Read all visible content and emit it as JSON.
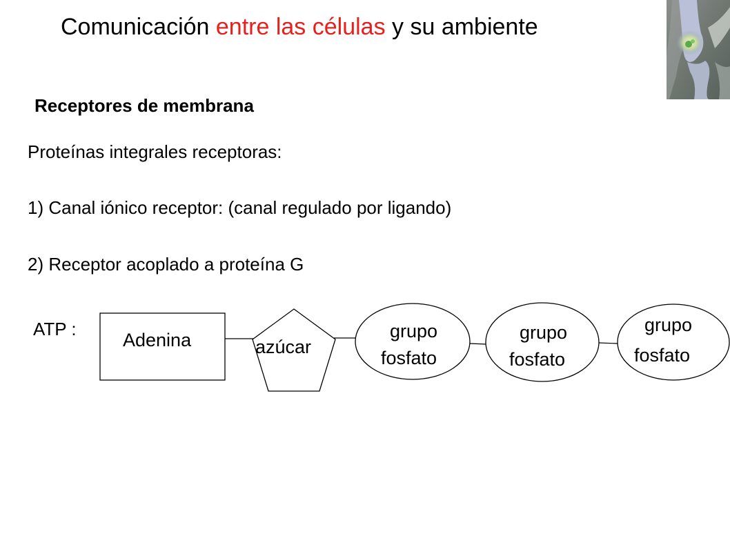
{
  "title": {
    "part1": "Comunicación ",
    "part2": "entre las células",
    "part3": " y su ambiente"
  },
  "subtitle": "Receptores de membrana",
  "lines": [
    "Proteínas integrales receptoras:",
    "1) Canal iónico receptor: (canal regulado por ligando)",
    "2) Receptor acoplado a proteína G"
  ],
  "atp": {
    "label": "ATP :",
    "adenina": "Adenina",
    "azucar": "azúcar",
    "fosfatos": [
      {
        "line1": "grupo",
        "line2": "fosfato"
      },
      {
        "line1": "grupo",
        "line2": "fosfato"
      },
      {
        "line1": "grupo",
        "line2": "fosfato"
      }
    ]
  },
  "colors": {
    "title_accent": "#e8201c"
  },
  "image": "neuron-synapse-illustration"
}
